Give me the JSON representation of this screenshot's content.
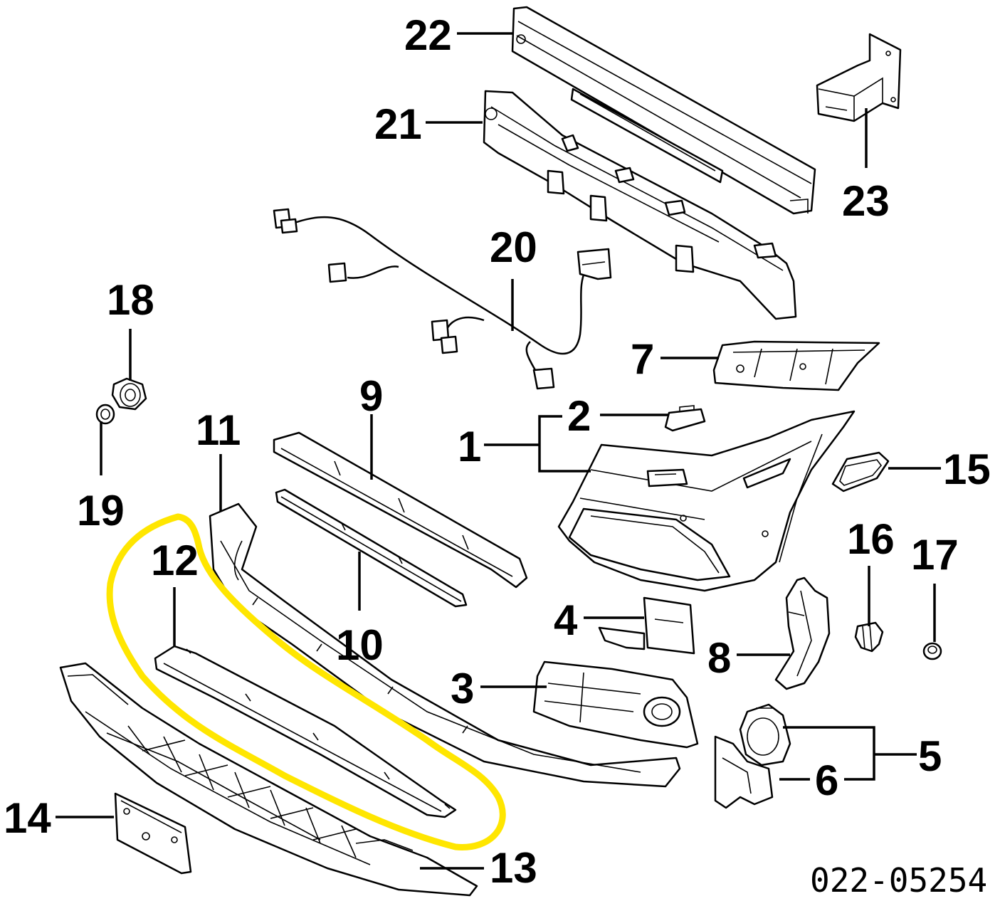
{
  "callouts": {
    "c1": "1",
    "c2": "2",
    "c3": "3",
    "c4": "4",
    "c5": "5",
    "c6": "6",
    "c7": "7",
    "c8": "8",
    "c9": "9",
    "c10": "10",
    "c11": "11",
    "c12": "12",
    "c13": "13",
    "c14": "14",
    "c15": "15",
    "c16": "16",
    "c17": "17",
    "c18": "18",
    "c19": "19",
    "c20": "20",
    "c21": "21",
    "c22": "22",
    "c23": "23"
  },
  "document_number": "022-05254",
  "highlight": {
    "part": "12",
    "color": "#FFE600"
  },
  "colors": {
    "line": "#000000",
    "background": "#FFFFFF"
  }
}
